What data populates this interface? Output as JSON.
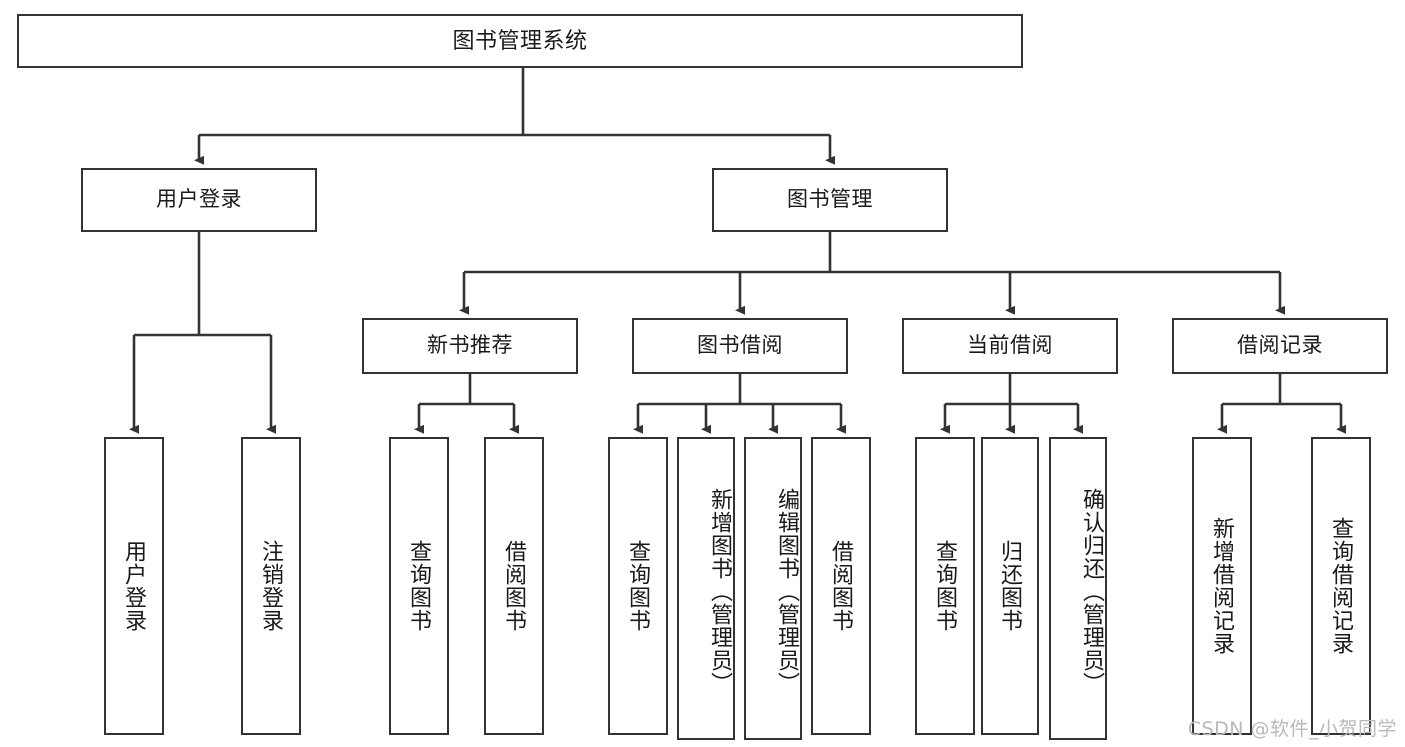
{
  "diagram": {
    "type": "tree",
    "title": "图书管理系统",
    "orientation": "top-down",
    "colors": {
      "box_border": "#333333",
      "box_fill": "#ffffff",
      "text": "#1a1a1a",
      "edge": "#333333",
      "watermark": "#b9b9b9"
    },
    "watermark": "CSDN @软件_小贺同学",
    "nodes": {
      "root": {
        "label": "图书管理系统",
        "level": 0
      },
      "user_login": {
        "label": "用户登录",
        "level": 1
      },
      "book_manage": {
        "label": "图书管理",
        "level": 1
      },
      "new_book_rec": {
        "label": "新书推荐",
        "level": 2
      },
      "book_borrow": {
        "label": "图书借阅",
        "level": 2
      },
      "current_borrow": {
        "label": "当前借阅",
        "level": 2
      },
      "borrow_record": {
        "label": "借阅记录",
        "level": 2
      },
      "leaf_user_login": {
        "label": "用户登录",
        "level": 2,
        "parent": "用户登录"
      },
      "leaf_logout_login": {
        "label": "注销登录",
        "level": 2,
        "parent": "用户登录"
      },
      "leaf_query_book_1": {
        "label": "查询图书",
        "level": 3,
        "parent": "新书推荐"
      },
      "leaf_borrow_book_1": {
        "label": "借阅图书",
        "level": 3,
        "parent": "新书推荐"
      },
      "leaf_query_book_2": {
        "label": "查询图书",
        "level": 3,
        "parent": "图书借阅"
      },
      "leaf_add_book": {
        "label": "新增图书（管理员）",
        "level": 3,
        "parent": "图书借阅"
      },
      "leaf_edit_book": {
        "label": "编辑图书（管理员）",
        "level": 3,
        "parent": "图书借阅"
      },
      "leaf_borrow_book_2": {
        "label": "借阅图书",
        "level": 3,
        "parent": "图书借阅"
      },
      "leaf_query_book_3": {
        "label": "查询图书",
        "level": 3,
        "parent": "当前借阅"
      },
      "leaf_return_book": {
        "label": "归还图书",
        "level": 3,
        "parent": "当前借阅"
      },
      "leaf_confirm_return": {
        "label": "确认归还（管理员）",
        "level": 3,
        "parent": "当前借阅"
      },
      "leaf_add_record": {
        "label": "新增借阅记录",
        "level": 3,
        "parent": "借阅记录"
      },
      "leaf_query_record": {
        "label": "查询借阅记录",
        "level": 3,
        "parent": "借阅记录"
      }
    }
  }
}
